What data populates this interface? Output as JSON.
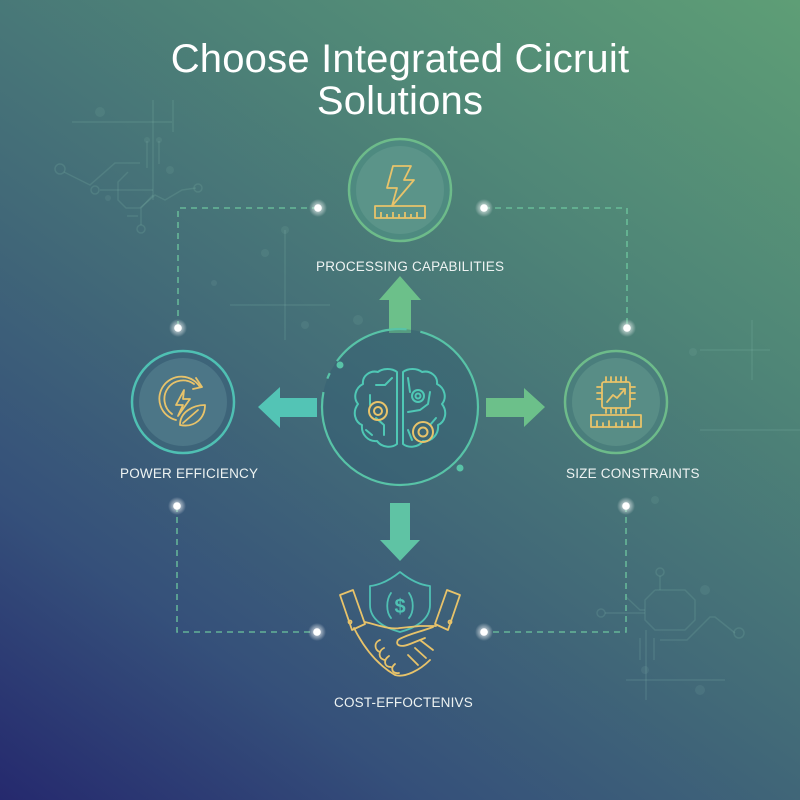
{
  "title": {
    "line1": "Choose Integrated Cicruit",
    "line2": "Solutions"
  },
  "center": {
    "icon": "brain-gears-icon"
  },
  "nodes": [
    {
      "id": "top",
      "label": "PROCESSING CAPABILITIES",
      "icon": "lightning-ruler-icon"
    },
    {
      "id": "left",
      "label": "POWER EFFICIENCY",
      "icon": "power-leaf-cycle-icon"
    },
    {
      "id": "right",
      "label": "SIZE CONSTRAINTS",
      "icon": "chip-growth-ruler-icon"
    },
    {
      "id": "bottom",
      "label": "COST-EFFOCTENIVS",
      "icon": "handshake-dollar-shield-icon"
    }
  ],
  "colors": {
    "background_top_right": "#5e9e76",
    "background_bottom_left": "#25296e",
    "ring_green": "#6dbb8a",
    "ring_teal": "#4fc0b3",
    "arrow_green": "#6cc08a",
    "arrow_teal": "#53c4b5",
    "icon_gold": "#e8c36a",
    "dashed_line": "#6fc9a0"
  }
}
